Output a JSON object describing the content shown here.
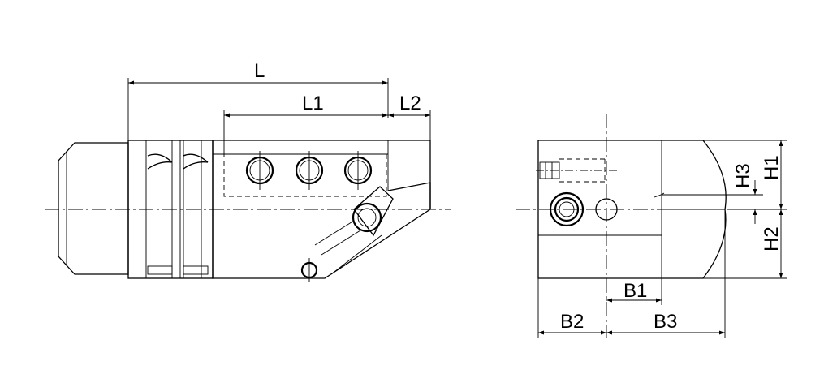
{
  "labels": {
    "L": "L",
    "L1": "L1",
    "L2": "L2",
    "H1": "H1",
    "H2": "H2",
    "H3": "H3",
    "B1": "B1",
    "B2": "B2",
    "B3": "B3"
  }
}
